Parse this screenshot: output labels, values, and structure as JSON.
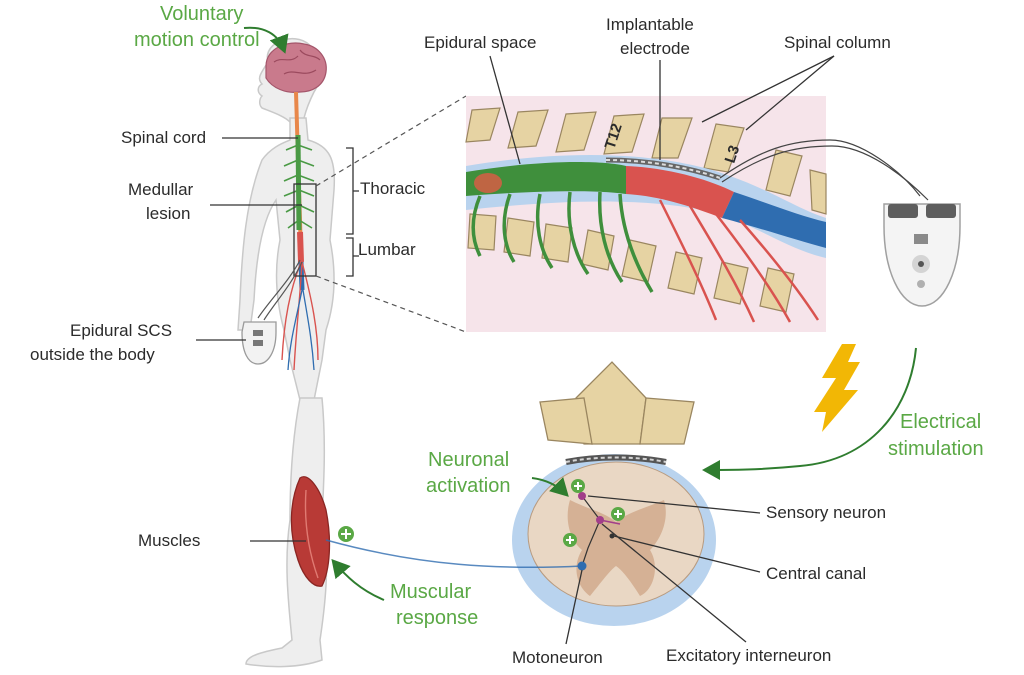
{
  "colors": {
    "green_label": "#5aa845",
    "nerve_green": "#3f8f3c",
    "cord_red": "#d9534f",
    "cord_blue": "#2f6db0",
    "vertebra": "#e6d3a3",
    "bolt": "#f2b705",
    "inset_bg": "#f6e4ea",
    "csf_blue": "#b9d3ee"
  },
  "icons": [
    "brain-icon",
    "spinal-cord-icon",
    "stimulator-device-icon",
    "lightning-bolt-icon",
    "muscle-icon",
    "vertebra-icon",
    "plus-marker-icon"
  ],
  "labels": {
    "voluntary_1": "Voluntary",
    "voluntary_2": "motion control",
    "spinal_cord": "Spinal cord",
    "medullar_1": "Medullar",
    "medullar_2": "lesion",
    "thoracic": "Thoracic",
    "lumbar": "Lumbar",
    "epidural_scs_1": "Epidural SCS",
    "epidural_scs_2": "outside the body",
    "muscles": "Muscles",
    "muscular_1": "Muscular",
    "muscular_2": "response",
    "epidural_space": "Epidural space",
    "implantable_1": "Implantable",
    "implantable_2": "electrode",
    "spinal_column": "Spinal column",
    "t12": "T12",
    "l3": "L3",
    "electrical_1": "Electrical",
    "electrical_2": "stimulation",
    "neuronal_1": "Neuronal",
    "neuronal_2": "activation",
    "sensory_neuron": "Sensory neuron",
    "central_canal": "Central canal",
    "motoneuron": "Motoneuron",
    "excitatory_interneuron": "Excitatory interneuron"
  }
}
